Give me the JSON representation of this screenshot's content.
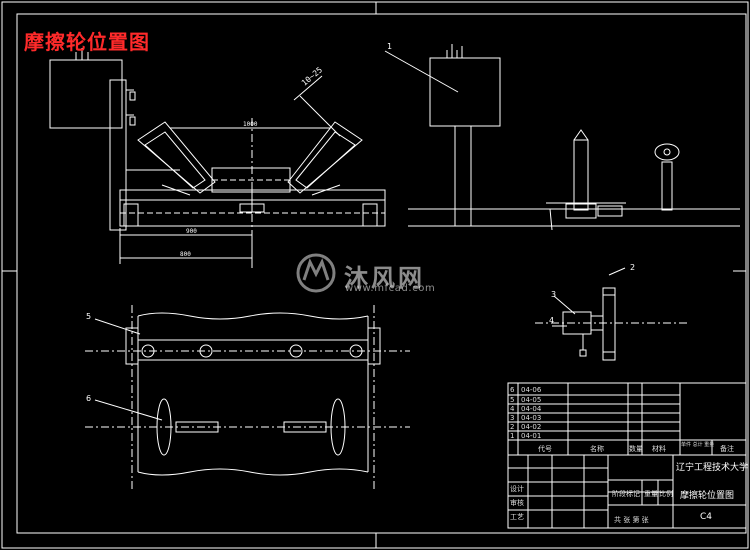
{
  "drawing": {
    "title": "摩擦轮位置图",
    "watermark": {
      "brand": "沐风网",
      "url": "www.mfcad.com"
    },
    "dimensions": {
      "top_span": "1000",
      "bottom_span": "900",
      "lower_span": "800",
      "angle_label": "10~25"
    },
    "callouts": [
      "1",
      "2",
      "3",
      "4",
      "5",
      "6"
    ]
  },
  "title_block": {
    "school": "辽宁工程技术大学",
    "drawing_name": "摩擦轮位置图",
    "drawing_no": "C4",
    "headers": {
      "code": "代号",
      "name": "名称",
      "qty": "数量",
      "material": "材料",
      "weight": "单件 总计 重量",
      "notes": "备注"
    },
    "parts": [
      {
        "no": "6",
        "code": "04-06"
      },
      {
        "no": "5",
        "code": "04-05"
      },
      {
        "no": "4",
        "code": "04-04"
      },
      {
        "no": "3",
        "code": "04-03"
      },
      {
        "no": "2",
        "code": "04-02"
      },
      {
        "no": "1",
        "code": "04-01"
      }
    ],
    "labels": {
      "design": "设计",
      "check": "审核",
      "process": "工艺",
      "stage": "阶段标记",
      "weight": "重量",
      "scale": "比例",
      "sheet": "共 张 第 张"
    }
  },
  "colors": {
    "background": "#000000",
    "line": "#ffffff",
    "title": "#ff2a2a",
    "watermark": "#ffffff"
  }
}
